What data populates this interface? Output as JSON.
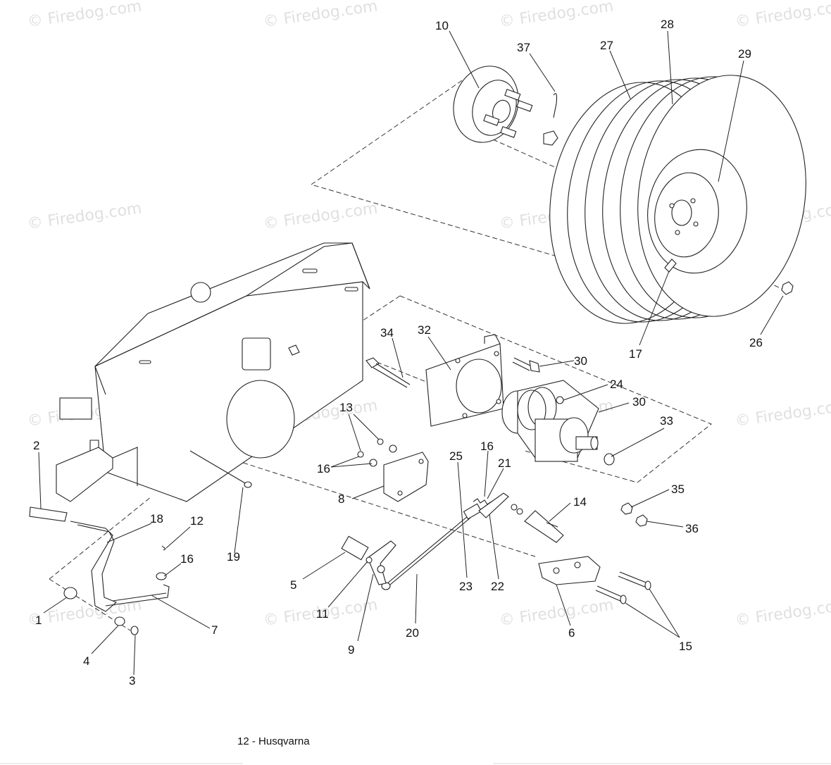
{
  "watermark": {
    "text": "© Firedog.com",
    "color": "#e0e0e0"
  },
  "callouts": [
    "10",
    "37",
    "27",
    "28",
    "29",
    "26",
    "17",
    "30",
    "24",
    "30",
    "33",
    "35",
    "36",
    "34",
    "32",
    "13",
    "16",
    "25",
    "16",
    "21",
    "14",
    "8",
    "22",
    "23",
    "20",
    "5",
    "11",
    "9",
    "6",
    "15",
    "2",
    "18",
    "12",
    "16",
    "19",
    "1",
    "7",
    "4",
    "3"
  ],
  "caption": "12 - Husqvarna",
  "diagram": {
    "type": "exploded parts diagram"
  }
}
